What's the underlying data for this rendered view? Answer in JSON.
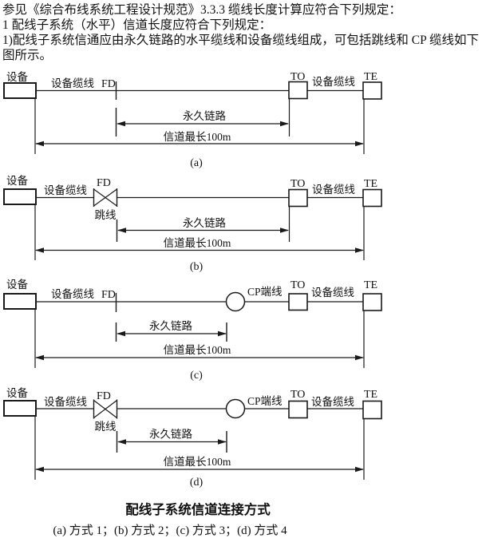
{
  "page": {
    "background": "#ffffff",
    "ink": "#1a1a1a"
  },
  "intro": {
    "line1": "参见《综合布线系统工程设计规范》3.3.3 缆线长度计算应符合下列规定：",
    "line2": "1 配线子系统（水平）信道长度应符合下列规定：",
    "line3": "1)配线子系统信通应由永久链路的水平缆线和设备缆线组成，可包括跳线和 CP 缆线如下",
    "line4": "图所示。"
  },
  "labels": {
    "device": "设备",
    "device_cable": "设备缆线",
    "fd": "FD",
    "to": "TO",
    "te": "TE",
    "jumper": "跳线",
    "cp_cable": "CP端线",
    "permanent_link": "永久链路",
    "channel_max": "信道最长100m"
  },
  "diagrams": [
    {
      "tag": "(a)"
    },
    {
      "tag": "(b)"
    },
    {
      "tag": "(c)"
    },
    {
      "tag": "(d)"
    }
  ],
  "caption": {
    "title": "配线子系统信道连接方式",
    "subtitle": "(a) 方式 1；(b) 方式 2；(c) 方式 3；(d) 方式 4"
  }
}
